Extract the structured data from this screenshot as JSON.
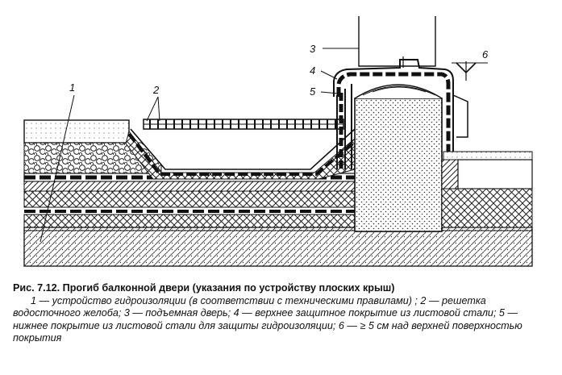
{
  "figure": {
    "labels": {
      "l1": "1",
      "l2": "2",
      "l3": "3",
      "l4": "4",
      "l5": "5",
      "l6": "6"
    }
  },
  "caption": {
    "title": "Рис. 7.12. Прогиб балконной двери  (указания по устройству плоских крыш)",
    "text": "1 — устройство гидроизоляции  (в соответствии с техническими правилами) ; 2 — решетка водосточного желоба;  3 — подъемная дверь;  4 — верхнее защитное покрытие из листовой стали; 5 — нижнее покрытие из листовой стали для защиты гидроизоляции; 6 — ≥ 5 см над верхней поверхностью покрытия"
  }
}
